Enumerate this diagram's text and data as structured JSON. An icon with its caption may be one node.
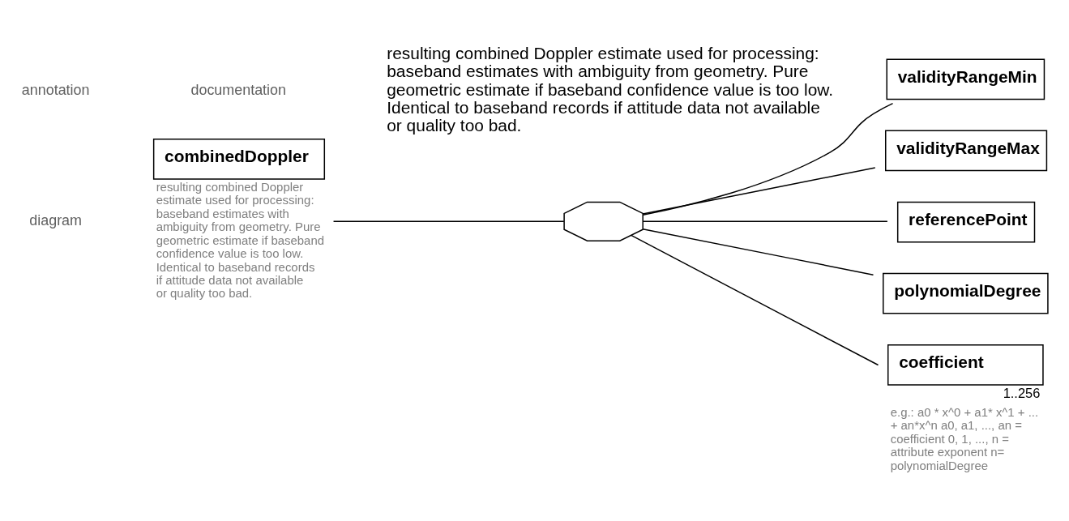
{
  "diagram": {
    "nodes": [
      {
        "text": [
          "combinedDoppler"
        ],
        "beside": [
          "resulting combined Doppler estimate used for processing: baseband estimates with ambiguity from geometry. Pure geometric estimate if baseband confidence value is too low. Identical to baseband records if attitude data not available or quality too bad."
        ]
      },
      {
        "text": [],
        "shape": "octagon"
      },
      {
        "text": [
          "validityRangeMin"
        ]
      },
      {
        "text": [
          "validityRangeMax"
        ]
      },
      {
        "text": [
          "referencePoint"
        ]
      },
      {
        "text": [
          "polynomialDegree"
        ]
      },
      {
        "text": [
          "coefficient"
        ],
        "beside": [
          "1..256",
          "e.g.: a0 * x^0 + a1* x^1 + ... + an*x^n a0, a1, ..., an = coefficient 0, 1, ..., n = attribute exponent n= polynomialDegree"
        ]
      }
    ],
    "edges": [
      {
        "from": 0,
        "to": 1,
        "arrow": "none"
      },
      {
        "from": 1,
        "to": 2,
        "arrow": "none"
      },
      {
        "from": 1,
        "to": 3,
        "arrow": "none"
      },
      {
        "from": 1,
        "to": 4,
        "arrow": "none"
      },
      {
        "from": 1,
        "to": 5,
        "arrow": "none"
      },
      {
        "from": 1,
        "to": 6,
        "arrow": "none"
      }
    ],
    "labels": [
      "diagram",
      "annotation",
      "documentation",
      "resulting combined Doppler estimate used for processing: baseband estimates with ambiguity from geometry. Pure geometric estimate if baseband confidence value is too low. Identical to baseband records if attitude data not available or quality too bad."
    ]
  }
}
